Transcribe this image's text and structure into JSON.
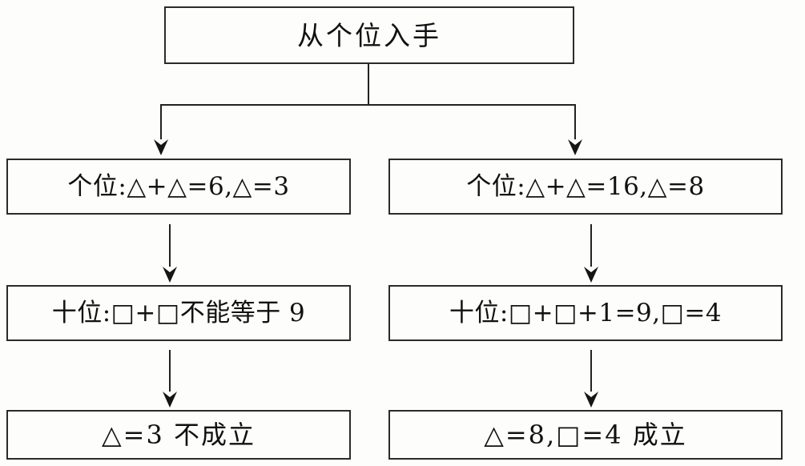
{
  "diagram": {
    "title_node": {
      "id": "root",
      "text": "从个位入手"
    },
    "branches": {
      "left": {
        "step1": "个位:△+△=6,△=3",
        "step2": "十位:□+□不能等于 9",
        "result": "△=3 不成立"
      },
      "right": {
        "step1": "个位:△+△=16,△=8",
        "step2": "十位:□+□+1=9,□=4",
        "result": "△=8,□=4 成立"
      }
    },
    "colors": {
      "box_border": "#2b2b2b",
      "connector": "#222222",
      "background": "#fdfdfc",
      "text": "#111111"
    }
  }
}
